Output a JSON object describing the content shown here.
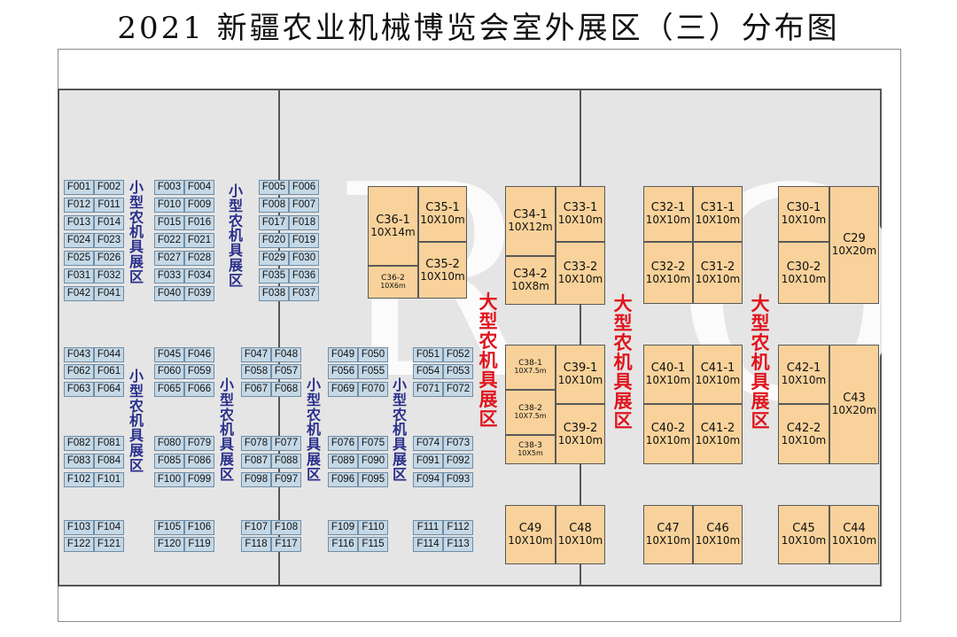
{
  "title": "2021 新疆农业机械博览会室外展区（三）分布图",
  "labels": {
    "small": "小型农机具展区",
    "large": "大型农机具展区"
  },
  "watermark": [
    "R",
    "O"
  ],
  "f_rows": [
    [
      "F001",
      "F002",
      "F003",
      "F004",
      "F005",
      "F006"
    ],
    [
      "F012",
      "F011",
      "F010",
      "F009",
      "F008",
      "F007"
    ],
    [
      "F013",
      "F014",
      "F015",
      "F016",
      "F017",
      "F018"
    ],
    [
      "F024",
      "F023",
      "F022",
      "F021",
      "F020",
      "F019"
    ],
    [
      "F025",
      "F026",
      "F027",
      "F028",
      "F029",
      "F030"
    ],
    [
      "F031",
      "F032",
      "F033",
      "F034",
      "F035",
      "F036"
    ],
    [
      "F042",
      "F041",
      "F040",
      "F039",
      "F038",
      "F037"
    ],
    [
      "F043",
      "F044",
      "F045",
      "F046",
      "F047",
      "F048",
      "F049",
      "F050",
      "F051",
      "F052"
    ],
    [
      "F062",
      "F061",
      "F060",
      "F059",
      "F058",
      "F057",
      "F056",
      "F055",
      "F054",
      "F053"
    ],
    [
      "F063",
      "F064",
      "F065",
      "F066",
      "F067",
      "F068",
      "F069",
      "F070",
      "F071",
      "F072"
    ],
    [
      "F082",
      "F081",
      "F080",
      "F079",
      "F078",
      "F077",
      "F076",
      "F075",
      "F074",
      "F073"
    ],
    [
      "F083",
      "F084",
      "F085",
      "F086",
      "F087",
      "F088",
      "F089",
      "F090",
      "F091",
      "F092"
    ],
    [
      "F102",
      "F101",
      "F100",
      "F099",
      "F098",
      "F097",
      "F096",
      "F095",
      "F094",
      "F093"
    ],
    [
      "F103",
      "F104",
      "F105",
      "F106",
      "F107",
      "F108",
      "F109",
      "F110",
      "F111",
      "F112"
    ],
    [
      "F122",
      "F121",
      "F120",
      "F119",
      "F118",
      "F117",
      "F116",
      "F115",
      "F114",
      "F113"
    ]
  ],
  "c_booths": [
    {
      "name": "C36-1",
      "dims": "10X14m"
    },
    {
      "name": "C36-2",
      "dims": "10X6m"
    },
    {
      "name": "C35-1",
      "dims": "10X10m"
    },
    {
      "name": "C35-2",
      "dims": "10X10m"
    },
    {
      "name": "C34-1",
      "dims": "10X12m"
    },
    {
      "name": "C34-2",
      "dims": "10X8m"
    },
    {
      "name": "C33-1",
      "dims": "10X10m"
    },
    {
      "name": "C33-2",
      "dims": "10X10m"
    },
    {
      "name": "C32-1",
      "dims": "10X10m"
    },
    {
      "name": "C31-1",
      "dims": "10X10m"
    },
    {
      "name": "C32-2",
      "dims": "10X10m"
    },
    {
      "name": "C31-2",
      "dims": "10X10m"
    },
    {
      "name": "C30-1",
      "dims": "10X10m"
    },
    {
      "name": "C30-2",
      "dims": "10X10m"
    },
    {
      "name": "C29",
      "dims": "10X20m"
    },
    {
      "name": "C38-1",
      "dims": "10X7.5m"
    },
    {
      "name": "C38-2",
      "dims": "10X7.5m"
    },
    {
      "name": "C38-3",
      "dims": "10X5m"
    },
    {
      "name": "C39-1",
      "dims": "10X10m"
    },
    {
      "name": "C39-2",
      "dims": "10X10m"
    },
    {
      "name": "C40-1",
      "dims": "10X10m"
    },
    {
      "name": "C41-1",
      "dims": "10X10m"
    },
    {
      "name": "C40-2",
      "dims": "10X10m"
    },
    {
      "name": "C41-2",
      "dims": "10X10m"
    },
    {
      "name": "C42-1",
      "dims": "10X10m"
    },
    {
      "name": "C42-2",
      "dims": "10X10m"
    },
    {
      "name": "C43",
      "dims": "10X20m"
    },
    {
      "name": "C49",
      "dims": "10X10m"
    },
    {
      "name": "C48",
      "dims": "10X10m"
    },
    {
      "name": "C47",
      "dims": "10X10m"
    },
    {
      "name": "C46",
      "dims": "10X10m"
    },
    {
      "name": "C45",
      "dims": "10X10m"
    },
    {
      "name": "C44",
      "dims": "10X10m"
    }
  ]
}
